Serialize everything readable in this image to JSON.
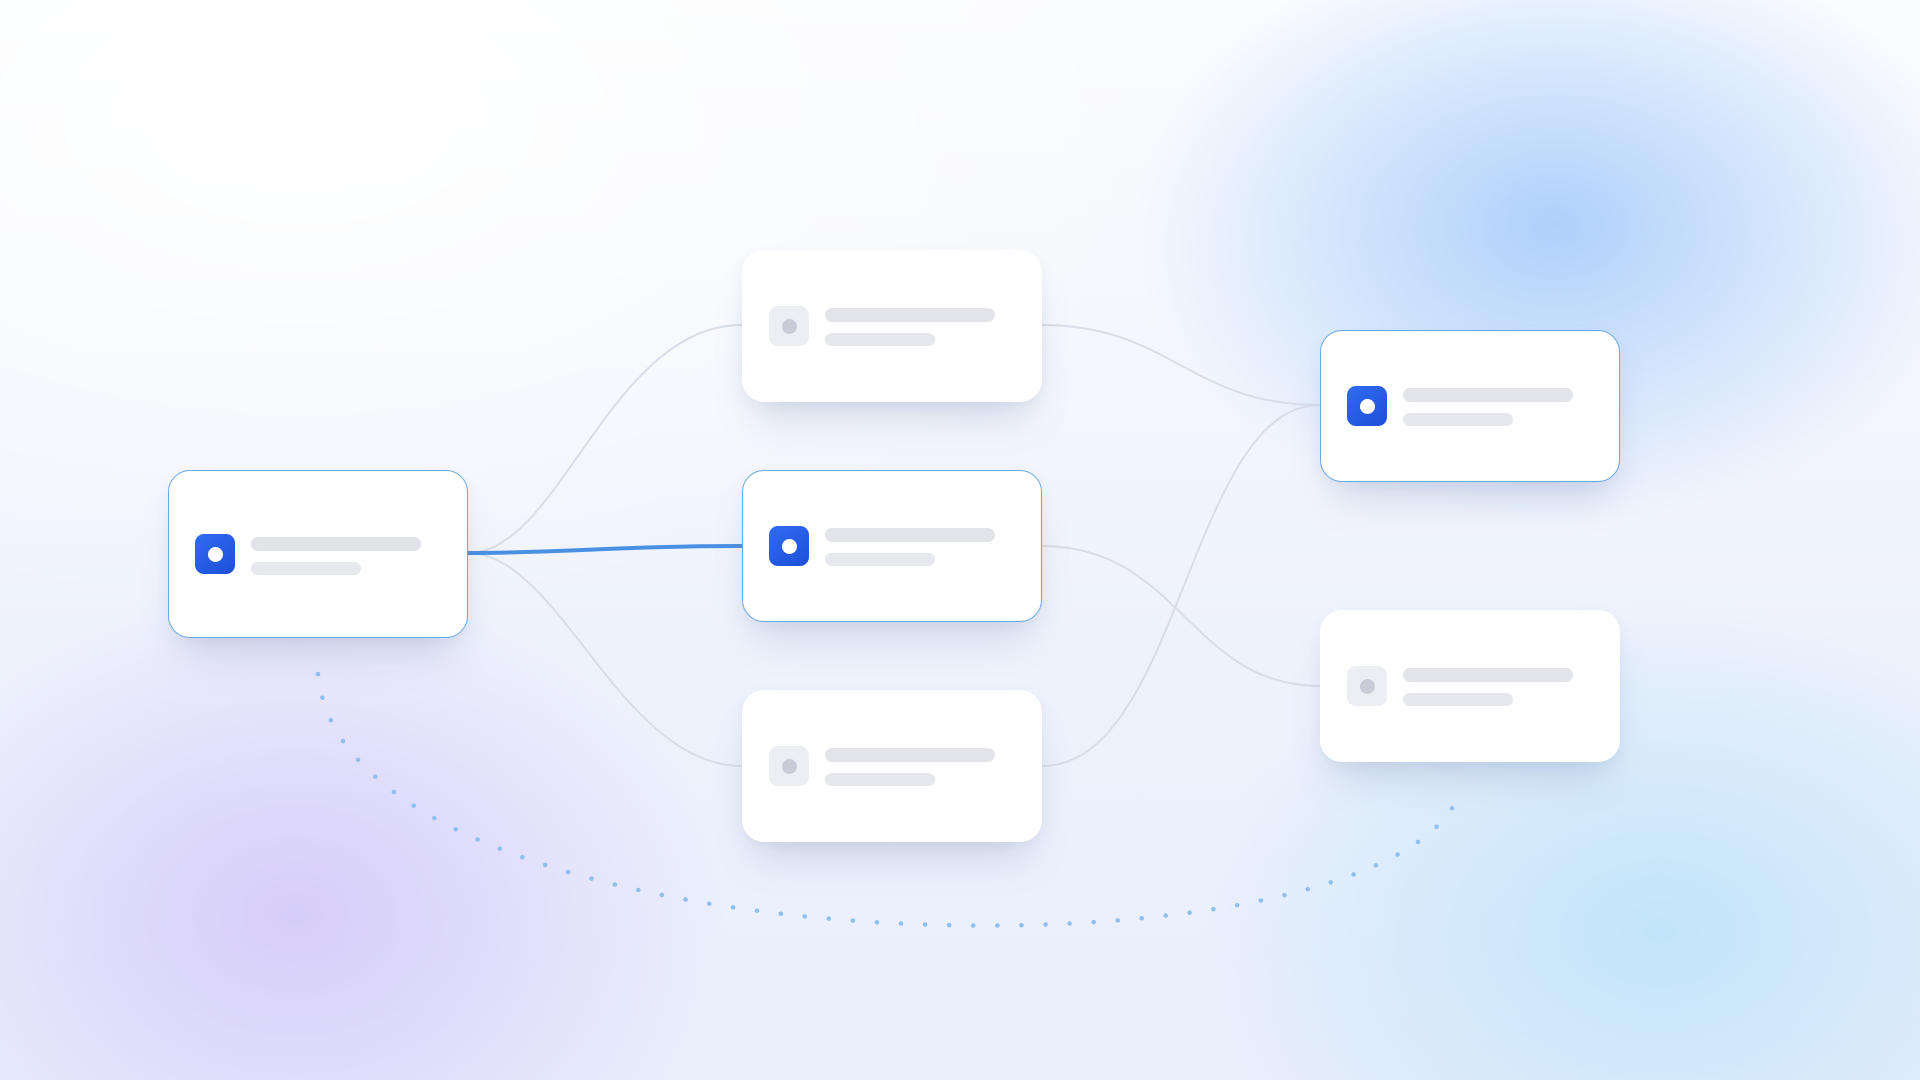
{
  "diagram": {
    "nodes": [
      {
        "id": "source",
        "active": true
      },
      {
        "id": "mid-top",
        "active": false
      },
      {
        "id": "mid-center",
        "active": true
      },
      {
        "id": "mid-bottom",
        "active": false
      },
      {
        "id": "right-top",
        "active": true
      },
      {
        "id": "right-bottom",
        "active": false
      }
    ],
    "edges": [
      {
        "from": "source",
        "to": "mid-top",
        "highlighted": false
      },
      {
        "from": "source",
        "to": "mid-center",
        "highlighted": true
      },
      {
        "from": "source",
        "to": "mid-bottom",
        "highlighted": false
      },
      {
        "from": "mid-top",
        "to": "right-top",
        "highlighted": false
      },
      {
        "from": "mid-center",
        "to": "right-bottom",
        "highlighted": false
      },
      {
        "from": "mid-bottom",
        "to": "right-top",
        "highlighted": false
      },
      {
        "from": "source",
        "to": "right-bottom",
        "style": "dotted"
      }
    ],
    "colors": {
      "accent": "#1d4fd8",
      "highlight_edge": "#4a90e2",
      "edge": "#d9dde8",
      "dotted_edge": "#8ec0ee",
      "placeholder": "#e2e4ea"
    }
  }
}
